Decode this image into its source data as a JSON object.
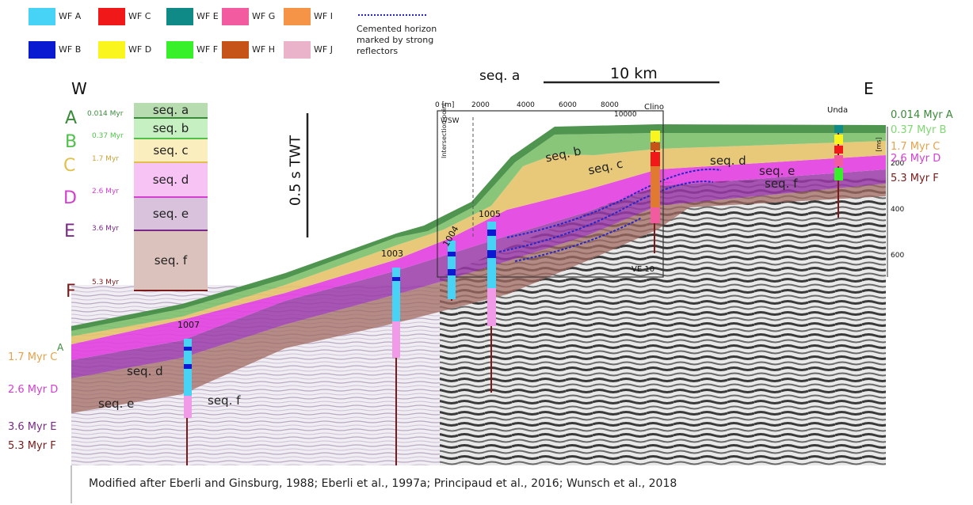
{
  "legend": {
    "items": [
      {
        "label": "WF A",
        "color": "#46d3f5"
      },
      {
        "label": "WF B",
        "color": "#0a1ad0"
      },
      {
        "label": "WF C",
        "color": "#f01818"
      },
      {
        "label": "WF D",
        "color": "#fbf51e"
      },
      {
        "label": "WF E",
        "color": "#0f8a86"
      },
      {
        "label": "WF F",
        "color": "#37f02a"
      },
      {
        "label": "WF G",
        "color": "#f25b9f"
      },
      {
        "label": "WF H",
        "color": "#c65418"
      },
      {
        "label": "WF I",
        "color": "#f59347"
      },
      {
        "label": "WF J",
        "color": "#eab3c9"
      }
    ],
    "cemented_label": "Cemented horizon marked by strong reflectors"
  },
  "orientation": {
    "west": "W",
    "east": "E"
  },
  "scale": {
    "label": "10 km",
    "seq_a": "seq. a"
  },
  "twt_label": "0.5 s TWT",
  "column": [
    {
      "seq": "seq. a",
      "letter": "A",
      "age": "0.014 Myr",
      "color": "#b7dcb0",
      "line": "#3a8a3a"
    },
    {
      "seq": "seq. b",
      "letter": "B",
      "age": "0.37 Myr",
      "color": "#c7f0c2",
      "line": "#51c04a"
    },
    {
      "seq": "seq. c",
      "letter": "C",
      "age": "1.7 Myr",
      "color": "#fbeebe",
      "line": "#e2bf4b"
    },
    {
      "seq": "seq. d",
      "letter": "D",
      "age": "2.6 Myr",
      "color": "#f7c2f4",
      "line": "#d43fd0"
    },
    {
      "seq": "seq. e",
      "letter": "E",
      "age": "3.6 Myr",
      "color": "#d8c2dc",
      "line": "#7a2a86"
    },
    {
      "seq": "seq. f",
      "letter": "F",
      "age": "5.3 Myr",
      "color": "#dcc2bd",
      "line": "#7a1a1a"
    }
  ],
  "wells": [
    "1007",
    "1003",
    "1004",
    "1005",
    "Clino",
    "Unda"
  ],
  "inset": {
    "unit": "0 [m]",
    "ticks": [
      "2000",
      "4000",
      "6000",
      "8000",
      "10000"
    ],
    "wsw": "WSW",
    "intersection": "Intersection point",
    "ve": "VE 10"
  },
  "depth_axis": {
    "unit": "[ms]",
    "ticks": [
      "200",
      "400",
      "600"
    ]
  },
  "right_labels": [
    {
      "text": "0.014 Myr A",
      "color": "#3a8a3a"
    },
    {
      "text": "0.37 Myr B",
      "color": "#7ed870"
    },
    {
      "text": "1.7 Myr C",
      "color": "#e8a24a"
    },
    {
      "text": "2.6 Myr D",
      "color": "#d43fd0"
    },
    {
      "text": "5.3 Myr F",
      "color": "#7a1a1a"
    }
  ],
  "left_labels": [
    {
      "text": "A",
      "color": "#3a8a3a"
    },
    {
      "text": "1.7 Myr C",
      "color": "#e8a24a"
    },
    {
      "text": "2.6 Myr D",
      "color": "#d43fd0"
    },
    {
      "text": "3.6 Myr E",
      "color": "#7a2a86"
    },
    {
      "text": "5.3 Myr F",
      "color": "#7a1a1a"
    }
  ],
  "section_labels": {
    "b": "seq. b",
    "c": "seq. c",
    "d_main": "seq. d",
    "e_main": "seq. e",
    "f_main": "seq. f",
    "d_left": "seq. d",
    "e_left": "seq. e",
    "f_left": "seq. f"
  },
  "caption": "Modified after Eberli and Ginsburg, 1988; Eberli et al., 1997a; Principaud et al., 2016; Wunsch et al., 2018"
}
